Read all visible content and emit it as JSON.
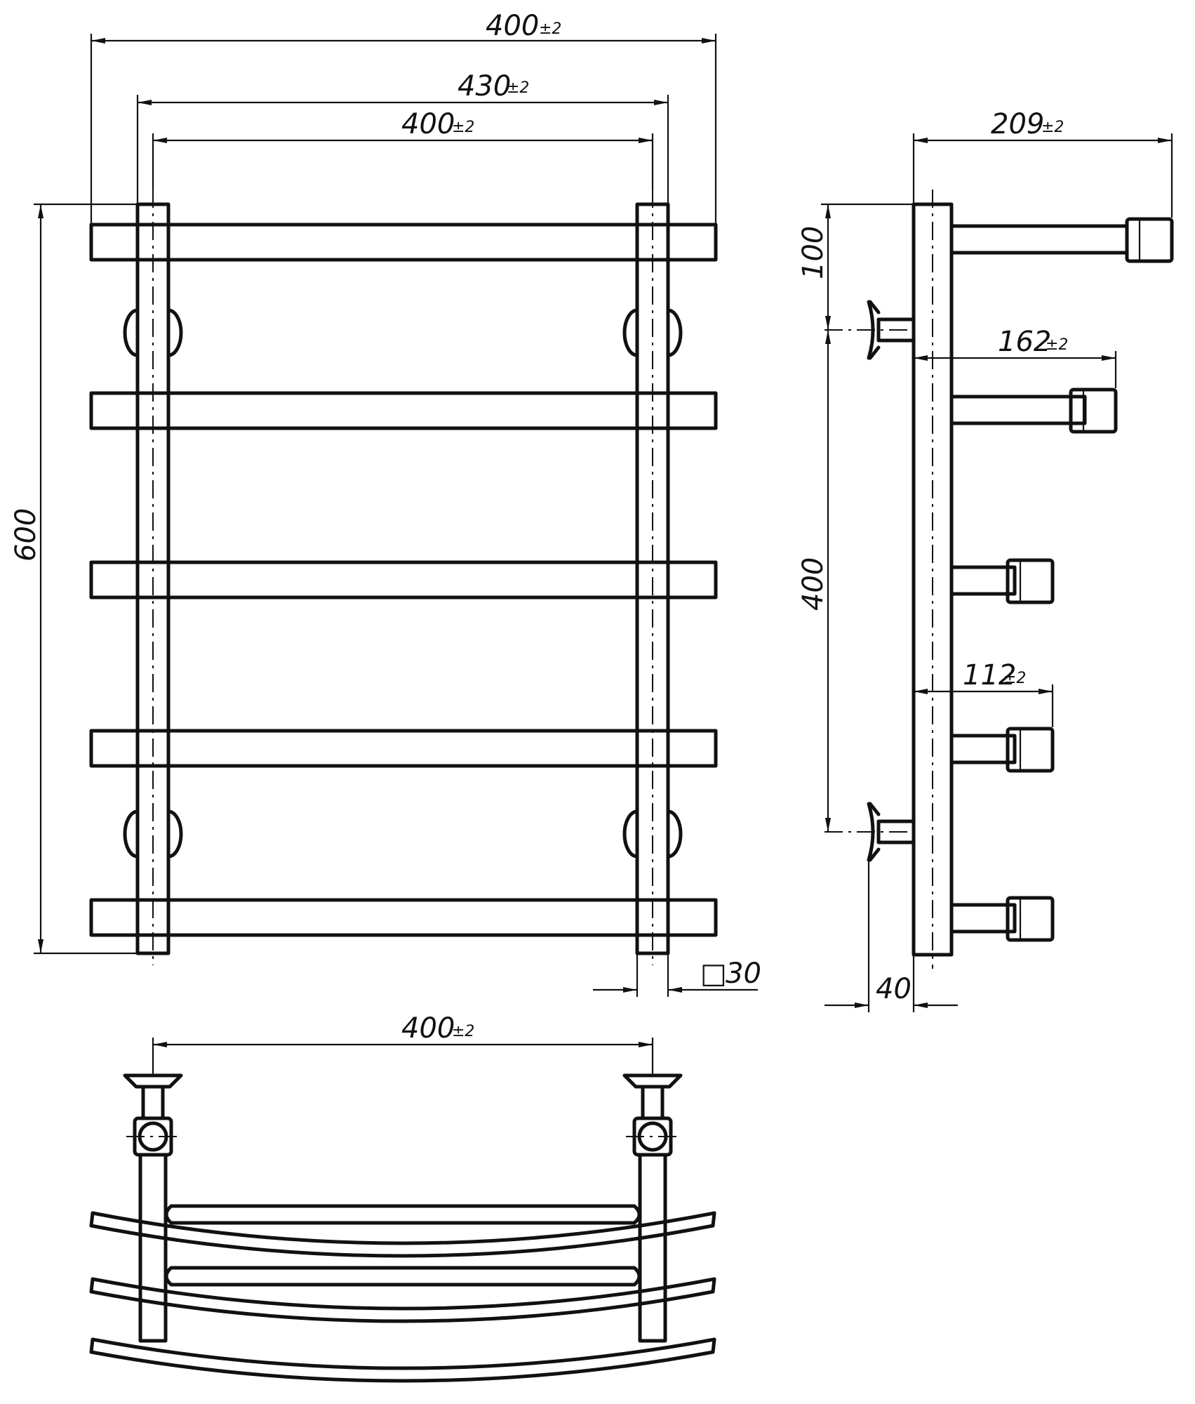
{
  "front_view": {
    "dims": {
      "overall_width": {
        "value": "400",
        "tol": "±2"
      },
      "tube_spacing": {
        "value": "430",
        "tol": "±2"
      },
      "center_distance": {
        "value": "400",
        "tol": "±2"
      },
      "height": {
        "value": "600"
      },
      "tube_profile": {
        "value": "30",
        "symbol": "□"
      }
    }
  },
  "side_view": {
    "dims": {
      "depth_top": {
        "value": "209",
        "tol": "±2"
      },
      "depth_second": {
        "value": "162",
        "tol": "±2"
      },
      "depth_lower": {
        "value": "112",
        "tol": "±2"
      },
      "top_offset": {
        "value": "100"
      },
      "mount_distance": {
        "value": "400"
      },
      "wall_gap": {
        "value": "40"
      }
    }
  },
  "top_view": {
    "dims": {
      "center_distance": {
        "value": "400",
        "tol": "±2"
      }
    }
  }
}
